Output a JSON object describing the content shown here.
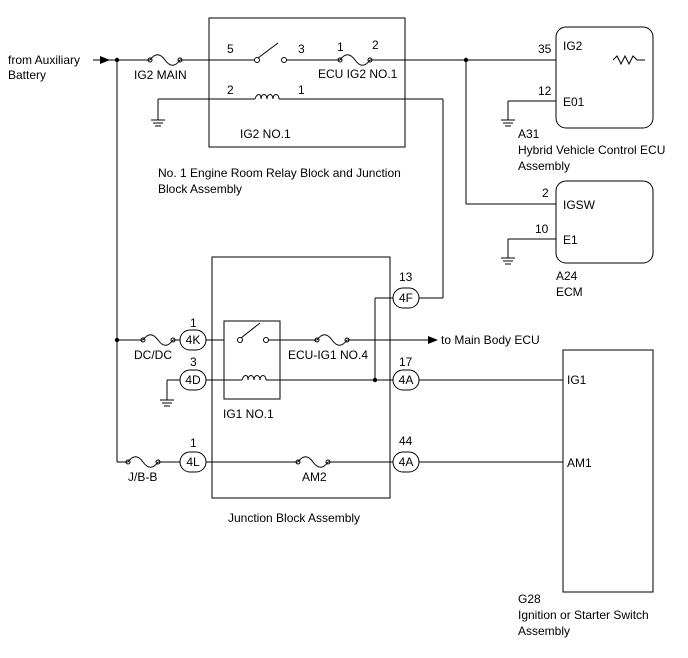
{
  "source_label": [
    "from Auxiliary",
    "Battery"
  ],
  "fuses": {
    "ig2_main": "IG2 MAIN",
    "ecu_ig2_no1": "ECU IG2 NO.1",
    "dcdc": "DC/DC",
    "ecu_ig1_no4": "ECU-IG1 NO.4",
    "jbb": "J/B-B",
    "am2": "AM2"
  },
  "relays": {
    "ig2_no1": "IG2 NO.1",
    "ig1_no1": "IG1 NO.1"
  },
  "pins": {
    "r1_5": "5",
    "r1_3": "3",
    "r1_2": "2",
    "r1_1": "1",
    "f_1": "1",
    "f_2": "2",
    "a31_35": "35",
    "a31_12": "12",
    "a24_2": "2",
    "a24_10": "10",
    "c4f": "13",
    "c4k": "1",
    "c4d": "3",
    "c4a_17": "17",
    "c4l": "1",
    "c4a_44": "44"
  },
  "connectors": {
    "c4f": "4F",
    "c4k": "4K",
    "c4d": "4D",
    "c4a_1": "4A",
    "c4l": "4L",
    "c4a_2": "4A"
  },
  "blocks": {
    "engine_room": [
      "No. 1 Engine Room Relay Block and Junction",
      "Block Assembly"
    ],
    "junction": "Junction Block Assembly"
  },
  "ecus": {
    "hv": {
      "code": "A31",
      "name": [
        "Hybrid Vehicle Control ECU",
        "Assembly"
      ],
      "terminals": [
        "IG2",
        "E01"
      ]
    },
    "ecm": {
      "code": "A24",
      "name": "ECM",
      "terminals": [
        "IGSW",
        "E1"
      ]
    },
    "ign": {
      "code": "G28",
      "name": [
        "Ignition or Starter Switch",
        "Assembly"
      ],
      "terminals": [
        "IG1",
        "AM1"
      ]
    }
  },
  "main_body": "to Main Body ECU"
}
